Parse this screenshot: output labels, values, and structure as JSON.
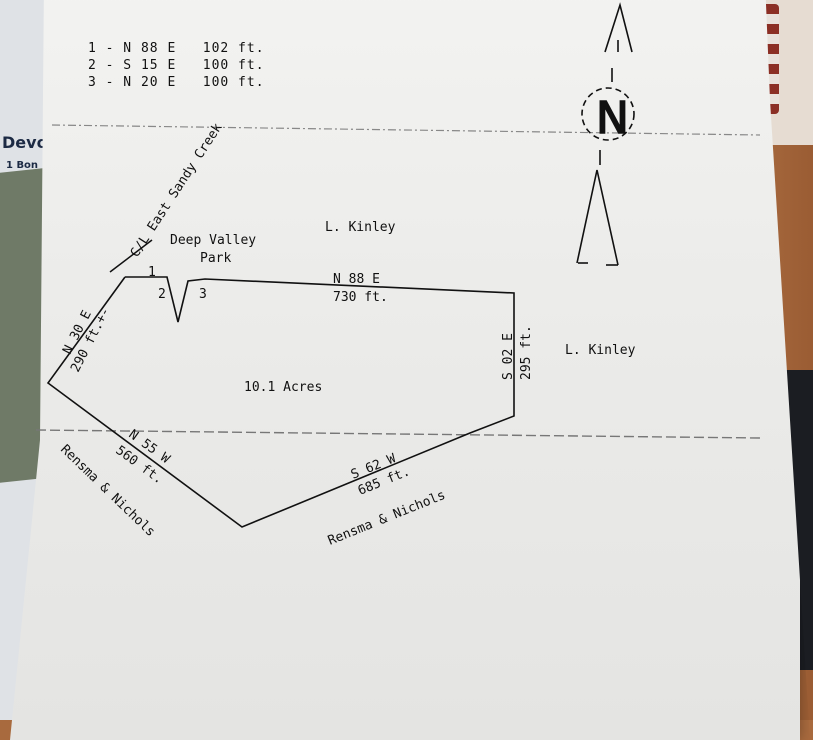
{
  "bearings_table": [
    {
      "label": "1 - N 88 E   102 ft."
    },
    {
      "label": "2 - S 15 E   100 ft."
    },
    {
      "label": "3 - N 20 E   100 ft."
    }
  ],
  "north_label": "N",
  "creek_label": "C/L East Sandy Creek",
  "park_label": "Deep Valley Park",
  "kinley_top": "L. Kinley",
  "kinley_right": "L. Kinley",
  "area_label": "10.1 Acres",
  "segment_numbers": [
    "1",
    "2",
    "3"
  ],
  "sides": {
    "north": {
      "bearing": "N 88 E",
      "length": "730 ft."
    },
    "east": {
      "bearing": "S 02 E",
      "length": "295 ft."
    },
    "south": {
      "bearing": "S 62 W",
      "length": "685 ft."
    },
    "west": {
      "bearing": "N 55 W",
      "length": "560 ft."
    },
    "northwest": {
      "bearing": "N 30 E",
      "length": "290 ft.+-"
    }
  },
  "neighbors_bottom": [
    "Rensma & Nichols",
    "Rensma & Nichols"
  ],
  "booklet": {
    "title": "Devo",
    "subtitle": "1 Bon"
  }
}
